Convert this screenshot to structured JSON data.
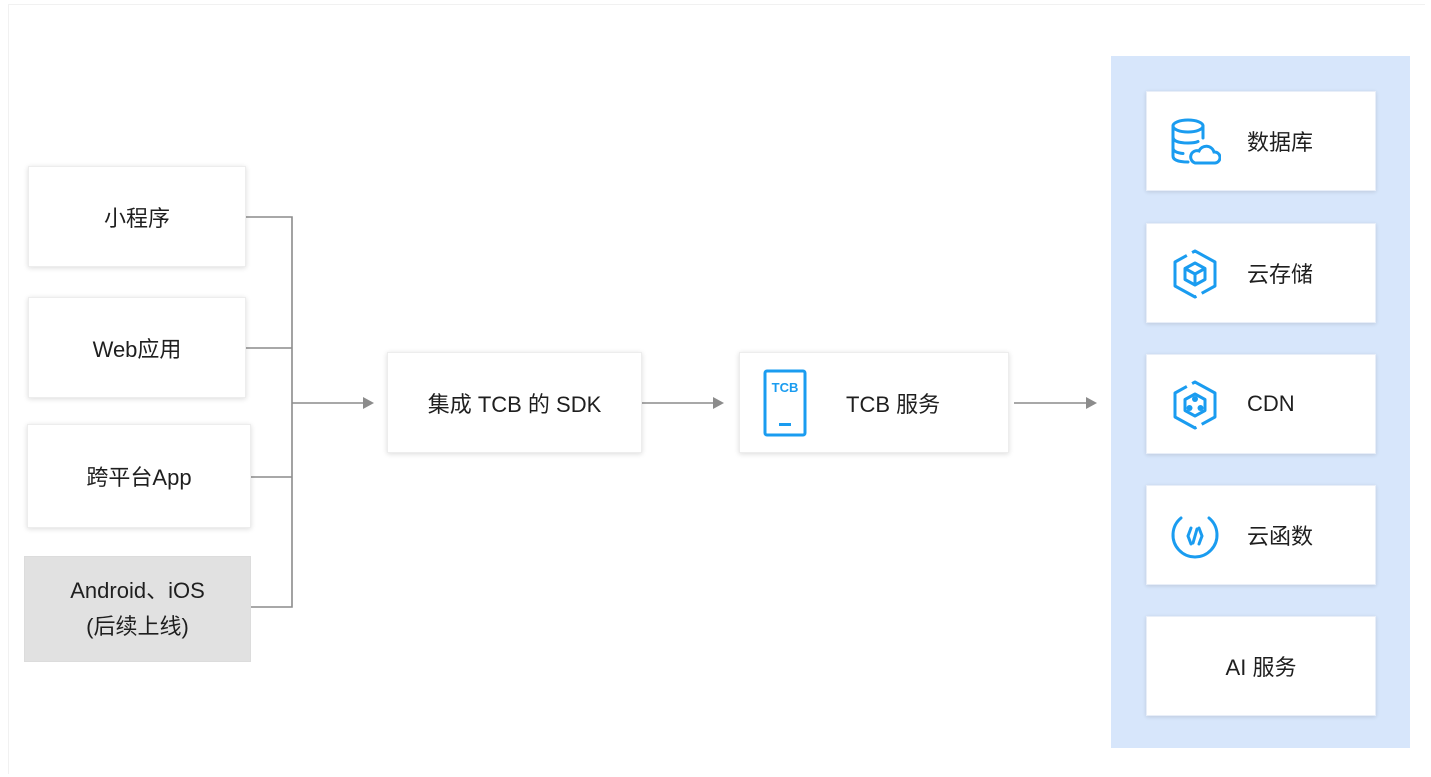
{
  "clients": [
    {
      "label": "小程序"
    },
    {
      "label": "Web应用"
    },
    {
      "label": "跨平台App"
    },
    {
      "line1": "Android、iOS",
      "line2": "(后续上线)"
    }
  ],
  "sdk": {
    "label": "集成 TCB 的 SDK"
  },
  "tcb": {
    "label": "TCB 服务",
    "icon_text": "TCB"
  },
  "services": [
    {
      "label": "数据库",
      "icon": "database-cloud-icon"
    },
    {
      "label": "云存储",
      "icon": "cloud-storage-icon"
    },
    {
      "label": "CDN",
      "icon": "cdn-icon"
    },
    {
      "label": "云函数",
      "icon": "cloud-function-icon"
    },
    {
      "label": "AI 服务"
    }
  ],
  "colors": {
    "accent": "#1a9cf0",
    "panel": "#d7e6fb",
    "connector": "#8c8c8c",
    "pending_box": "#e1e1e1"
  }
}
